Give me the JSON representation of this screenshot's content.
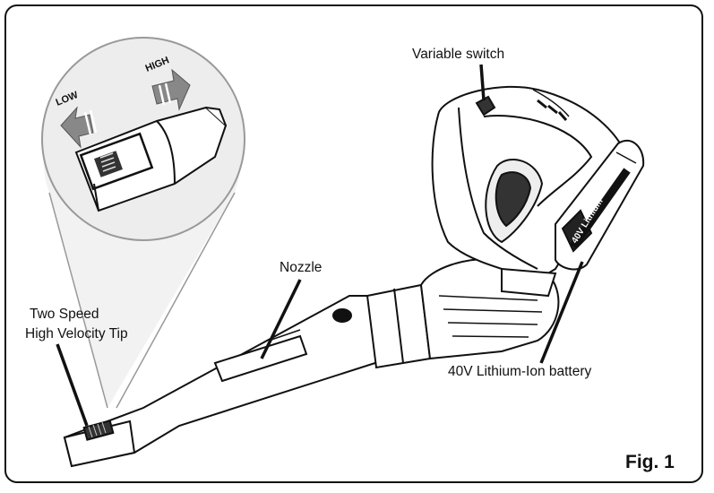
{
  "figure_label": "Fig. 1",
  "labels": {
    "variable_switch": "Variable switch",
    "nozzle": "Nozzle",
    "tip_line1": "Two Speed",
    "tip_line2": "High Velocity Tip",
    "battery": "40V Lithium-Ion battery"
  },
  "zoom_inset": {
    "low": "LOW",
    "high": "HIGH"
  },
  "battery_marking": "40V Lithium"
}
